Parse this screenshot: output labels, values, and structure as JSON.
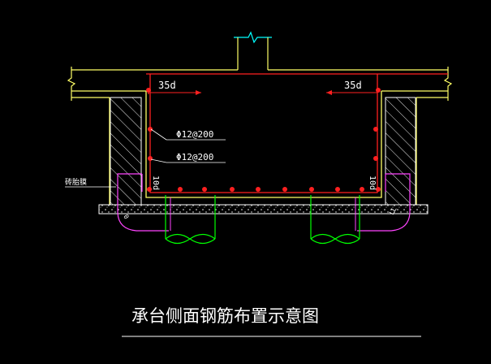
{
  "drawing": {
    "title": "承台侧面钢筋布置示意图",
    "anchor_left": "35d",
    "anchor_right": "35d",
    "rebar_top_label": "Φ12@200",
    "rebar_bottom_label": "Φ12@200",
    "brick_form_label": "砖胎膜",
    "dim_left": "10d",
    "dim_right": "10d",
    "pile_left_label": "0",
    "pile_right_label": "LL"
  },
  "colors": {
    "background": "#000000",
    "outline": "#ffff66",
    "rebar": "#ff2020",
    "rebar_dot": "#ff2020",
    "pile": "#00ff00",
    "pile_rebar": "#ff44ff",
    "column": "#00ffff",
    "text": "#ffffff",
    "hatch": "#ffffff"
  }
}
